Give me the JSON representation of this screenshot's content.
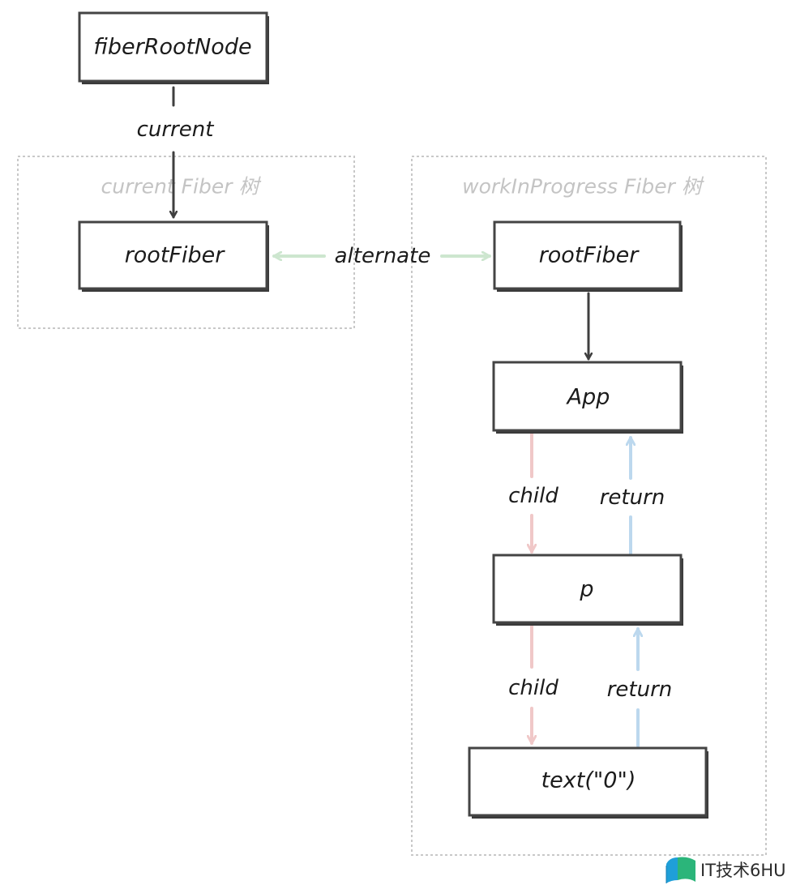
{
  "groups": {
    "current": "current Fiber 树",
    "wip": "workInProgress Fiber 树"
  },
  "nodes": {
    "fiberRootNode": "fiberRootNode",
    "currentRootFiber": "rootFiber",
    "wipRootFiber": "rootFiber",
    "app": "App",
    "p": "p",
    "text": "text(\"0\")"
  },
  "edges": {
    "current": "current",
    "alternate": "alternate",
    "appChild": "child",
    "appReturn": "return",
    "pChild": "child",
    "pReturn": "return"
  },
  "colors": {
    "box_border": "#444444",
    "box_shadow": "#3a3a3a",
    "dark_arrow": "#3f3f3f",
    "alternate_arrow": "#cde6cf",
    "child_arrow": "#f0c8c8",
    "return_arrow": "#bcd8ee",
    "group_border": "#c8c8c8",
    "group_label": "#c4c4c4"
  },
  "watermark": {
    "text": "IT技术6HU",
    "icon": "book-logo-icon"
  }
}
